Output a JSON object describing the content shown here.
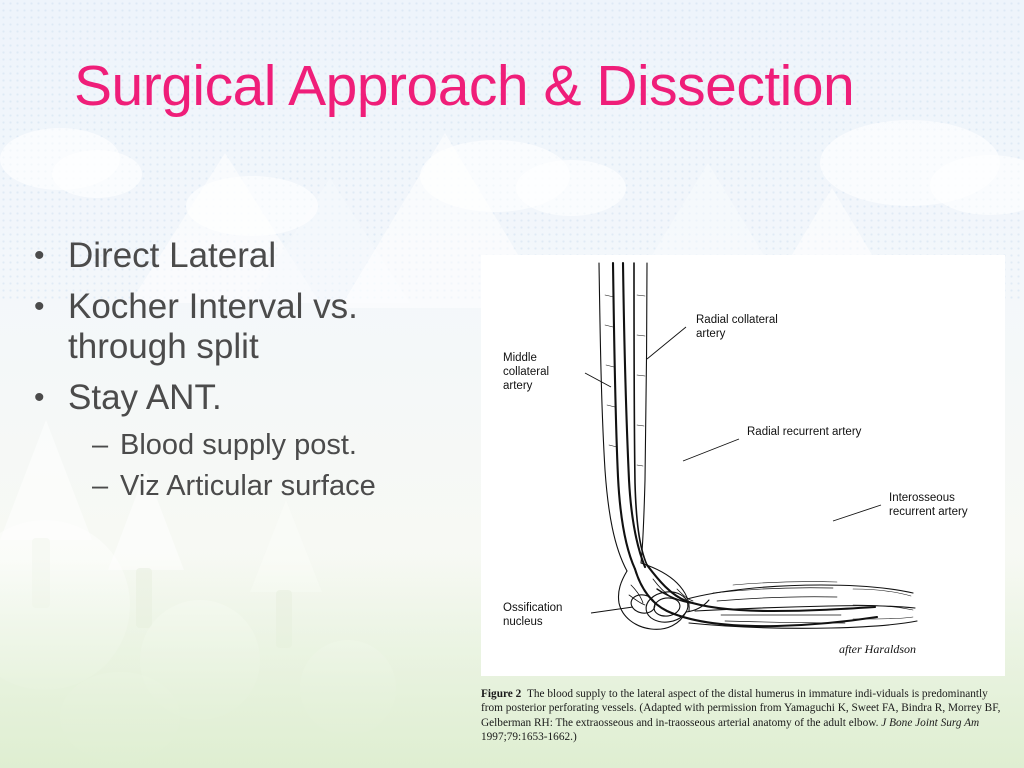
{
  "slide": {
    "title": "Surgical Approach & Dissection",
    "title_color": "#ef1e79",
    "body_color": "#4b4b4b",
    "bullets": [
      {
        "mark": "•",
        "text": "Direct Lateral",
        "level": 1
      },
      {
        "mark": "•",
        "text": "Kocher Interval vs. through split",
        "level": 1
      },
      {
        "mark": "•",
        "text": "Stay ANT.",
        "level": 1
      },
      {
        "mark": "–",
        "text": "Blood supply post.",
        "level": 2
      },
      {
        "mark": "–",
        "text": "Viz Articular surface",
        "level": 2
      }
    ]
  },
  "figure": {
    "labels": {
      "middle_collateral": "Middle\ncollateral\nartery",
      "radial_collateral": "Radial collateral\nartery",
      "radial_recurrent": "Radial recurrent artery",
      "interosseous_recurrent": "Interosseous\nrecurrent artery",
      "ossification_nucleus": "Ossification\nnucleus",
      "signature": "after Haraldson"
    },
    "caption": {
      "label": "Figure 2",
      "text_1": "The blood supply to the lateral aspect of the distal humerus in immature indi-viduals is predominantly from posterior perforating vessels. (Adapted with permission from Yamaguchi K, Sweet FA, Bindra R, Morrey BF, Gelberman RH: The extraosseous and in-traosseous arterial anatomy of the adult elbow. ",
      "journal": "J Bone Joint Surg Am",
      "text_2": " 1997;79:1653-1662.)"
    }
  }
}
